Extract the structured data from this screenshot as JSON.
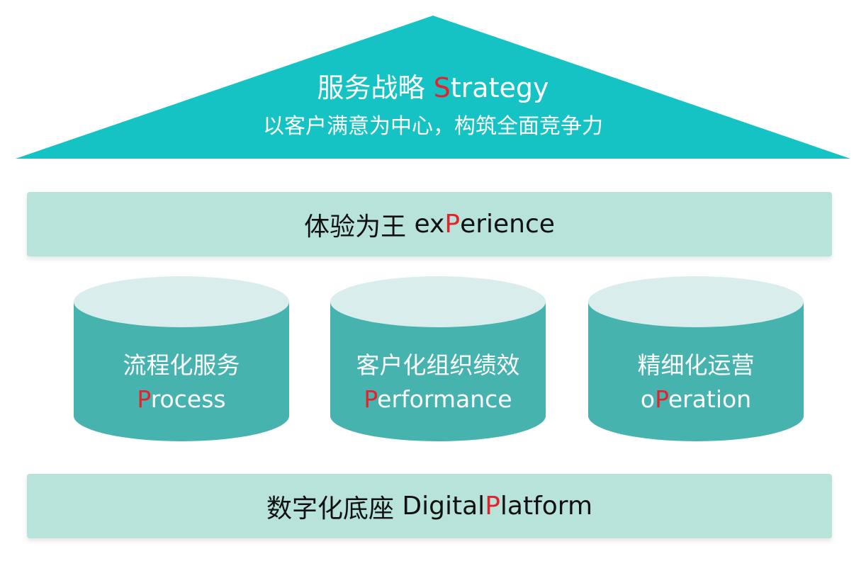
{
  "colors": {
    "roof": "#16c3c4",
    "band": "#b8e3da",
    "cylinder_body": "#46b3af",
    "cylinder_top": "#d9eeec",
    "accent": "#e3232c"
  },
  "roof": {
    "title_cn": "服务战略",
    "title_en_accent": "S",
    "title_en_rest": "trategy",
    "subtitle": "以客户满意为中心，构筑全面竞争力"
  },
  "experience": {
    "cn": "体验为王",
    "en_pre": "ex",
    "en_accent": "P",
    "en_rest": "erience"
  },
  "pillars": [
    {
      "cn": "流程化服务",
      "en_pre": "",
      "en_accent": "P",
      "en_rest": "rocess"
    },
    {
      "cn": "客户化组织绩效",
      "en_pre": "",
      "en_accent": "P",
      "en_rest": "erformance"
    },
    {
      "cn": "精细化运营",
      "en_pre": "o",
      "en_accent": "P",
      "en_rest": "eration"
    }
  ],
  "platform": {
    "cn": "数字化底座",
    "en_pre": "Digital ",
    "en_accent": "P",
    "en_rest": "latform"
  }
}
